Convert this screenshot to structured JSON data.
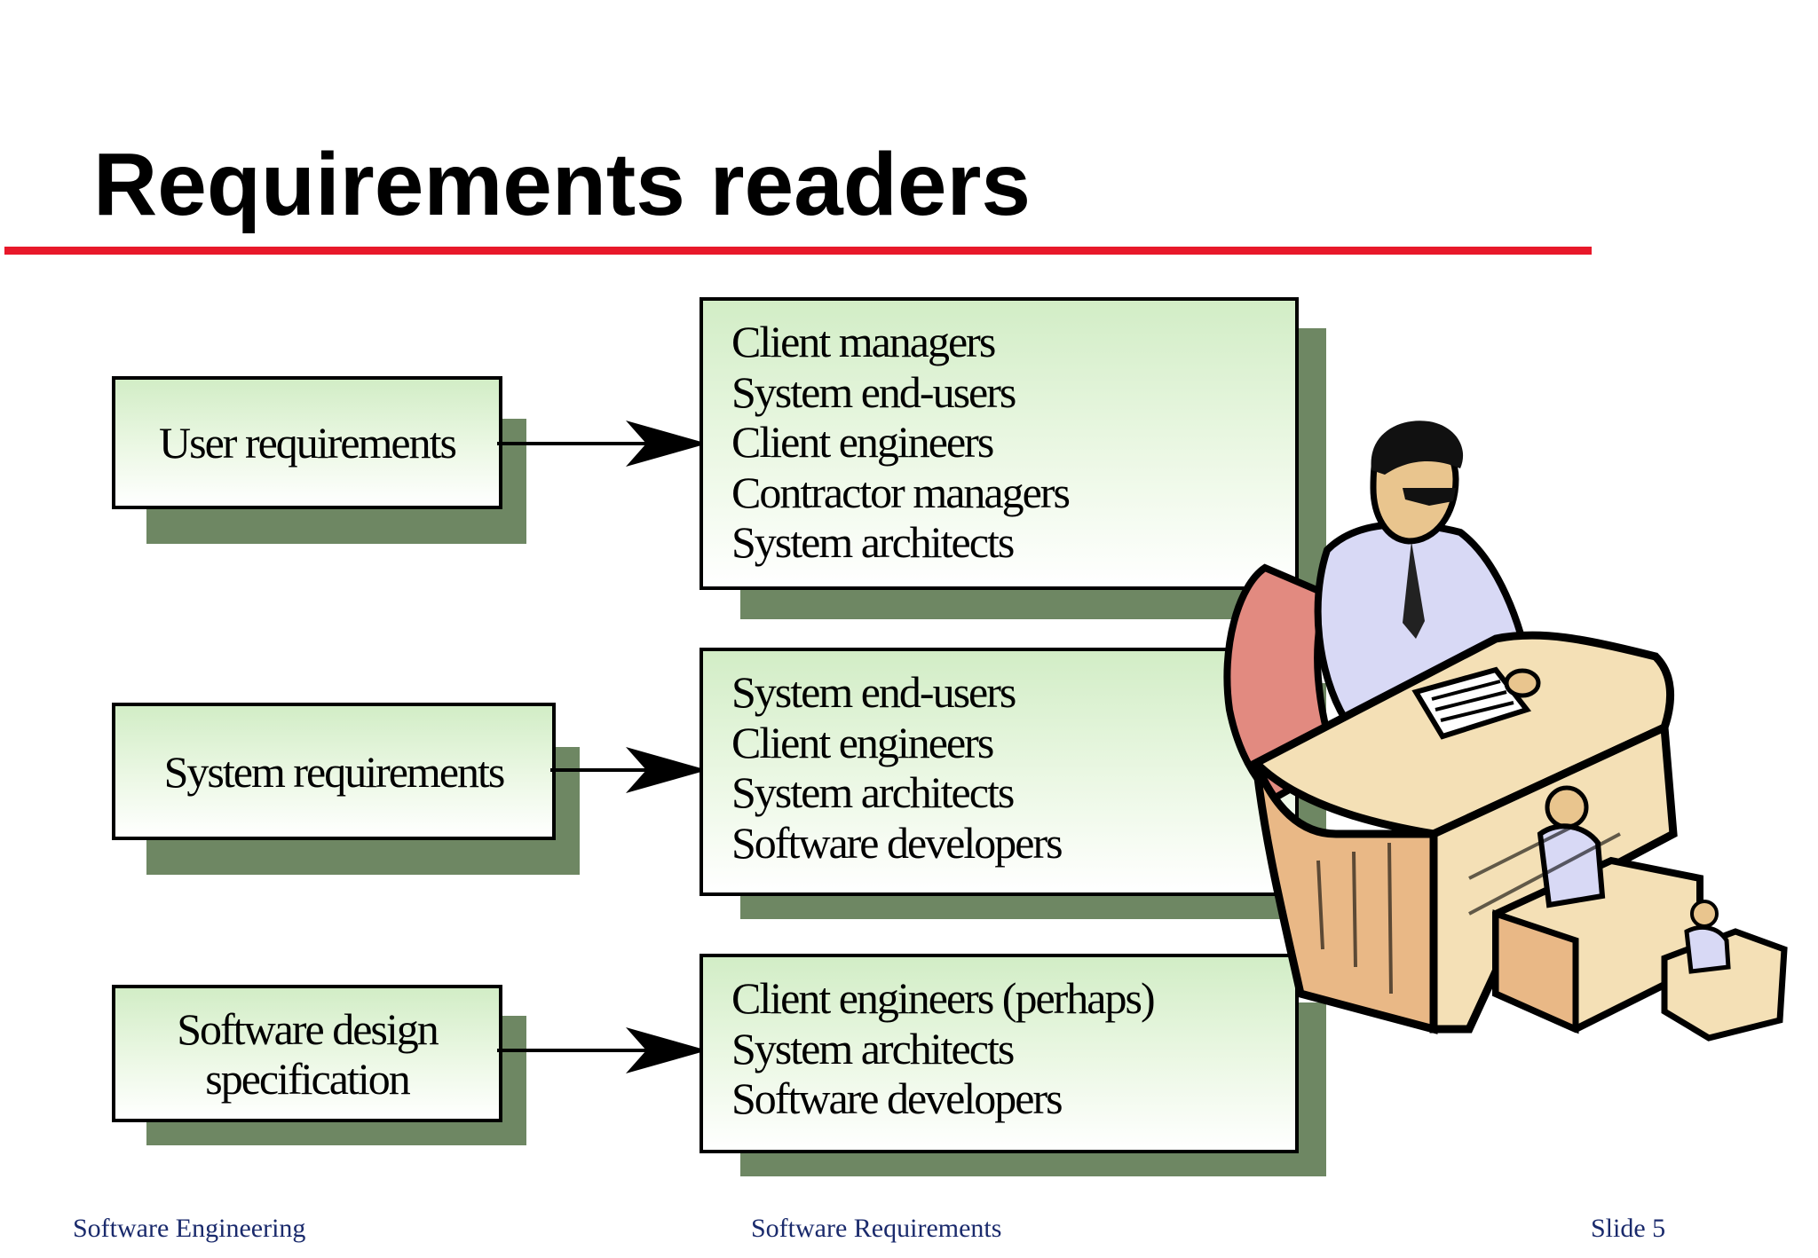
{
  "slide": {
    "title": "Requirements readers"
  },
  "rows": [
    {
      "document": "User requirements",
      "readers": [
        "Client managers",
        "System end-users",
        "Client engineers",
        "Contractor managers",
        "System architects"
      ]
    },
    {
      "document": "System requirements",
      "readers": [
        "System end-users",
        "Client engineers",
        "System architects",
        "Software developers"
      ]
    },
    {
      "document_lines": [
        "Software design",
        "specification"
      ],
      "readers": [
        "Client engineers (perhaps)",
        "System architects",
        "Software developers"
      ]
    }
  ],
  "footer": {
    "left": "Software Engineering",
    "center": "Software Requirements",
    "right": "Slide  5"
  },
  "colors": {
    "rule": "#e8182a",
    "box_fill_top": "#d2edc6",
    "box_shadow": "#6e8763",
    "footer_text": "#1a2a6c"
  },
  "illustration": "office-worker-at-desk-clipart"
}
